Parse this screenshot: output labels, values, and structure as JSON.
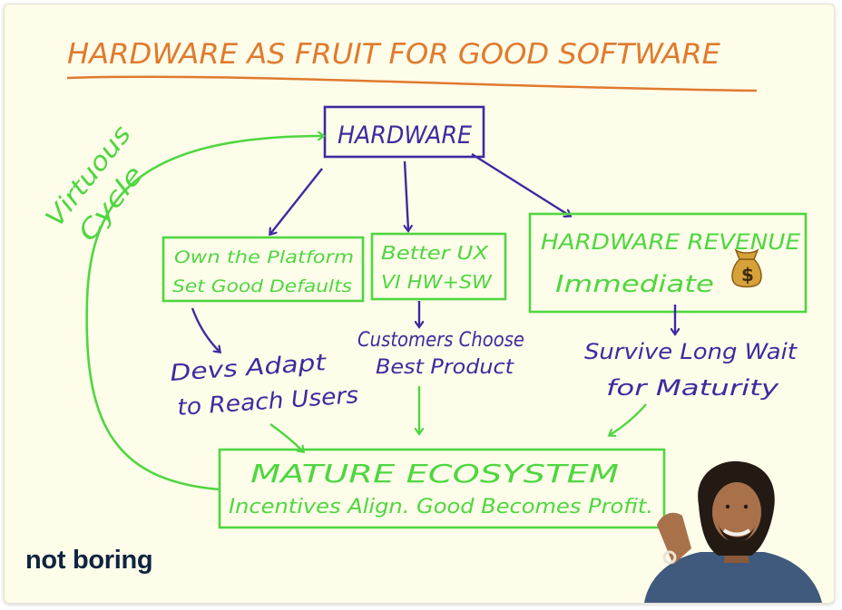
{
  "title": "HARDWARE AS FRUIT FOR GOOD SOFTWARE",
  "cycle_label": [
    "Virtuous",
    "Cycle"
  ],
  "nodes": {
    "hardware": "HARDWARE",
    "platform": [
      "Own the Platform",
      "Set Good Defaults"
    ],
    "ux": [
      "Better UX",
      "VI HW+SW"
    ],
    "revenue": [
      "HARDWARE REVENUE",
      "Immediate"
    ],
    "devs": [
      "Devs Adapt",
      "to Reach Users"
    ],
    "customers": [
      "Customers Choose",
      "Best Product"
    ],
    "survive": [
      "Survive Long Wait",
      "for Maturity"
    ],
    "ecosystem": [
      "MATURE ECOSYSTEM",
      "Incentives Align. Good Becomes Profit."
    ]
  },
  "money_icon": "money-bag-icon",
  "brand": "not boring",
  "colors": {
    "title": "#e07a2e",
    "purple": "#3f2aa0",
    "green": "#4fd641",
    "background": "#fdfde9",
    "brand": "#0f2440"
  }
}
